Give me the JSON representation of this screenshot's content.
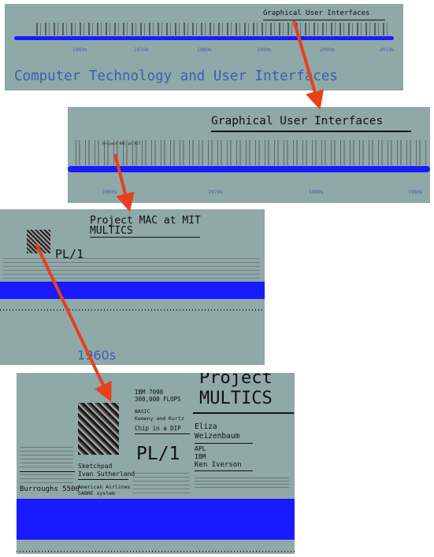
{
  "colors": {
    "panel": "#8fa8a8",
    "timeline": "#1a1aff",
    "arrow": "#e8401c",
    "text": "#111111",
    "tick": "#3a5fb0"
  },
  "panel1": {
    "header": "Graphical User Interfaces",
    "title": "Computer Technology and User Interfaces",
    "ticks": [
      "1960s",
      "1970s",
      "1980s",
      "1990s",
      "2000s",
      "2010s"
    ]
  },
  "panel2": {
    "header": "Graphical User Interfaces",
    "small_label": "Project MAC at MIT",
    "ticks": [
      "1960s",
      "1970s",
      "1980s",
      "1990s"
    ]
  },
  "panel3": {
    "header": "Project MAC at MIT",
    "subheader": "MULTICS",
    "pl1": "PL/1",
    "decade": "1960s"
  },
  "panel4": {
    "project": "Project",
    "multics": "MULTICS",
    "pl1": "PL/1",
    "ibm": "IBM 7090",
    "flops": "300,000 FLOPS",
    "basic": "BASIC",
    "kemeny": "Kemeny and Kurtz",
    "chip": "Chip in a DIP",
    "eliza": "Eliza",
    "weizenbaum": "Weizenbaum",
    "apl": "APL",
    "ibm2": "IBM",
    "iverson": "Ken Iverson",
    "sketchpad": "Sketchpad",
    "sutherland": "Ivan Sutherland",
    "sabre": "American Airlines",
    "sabre2": "SABRE system",
    "burroughs": "Burroughs 5500"
  }
}
